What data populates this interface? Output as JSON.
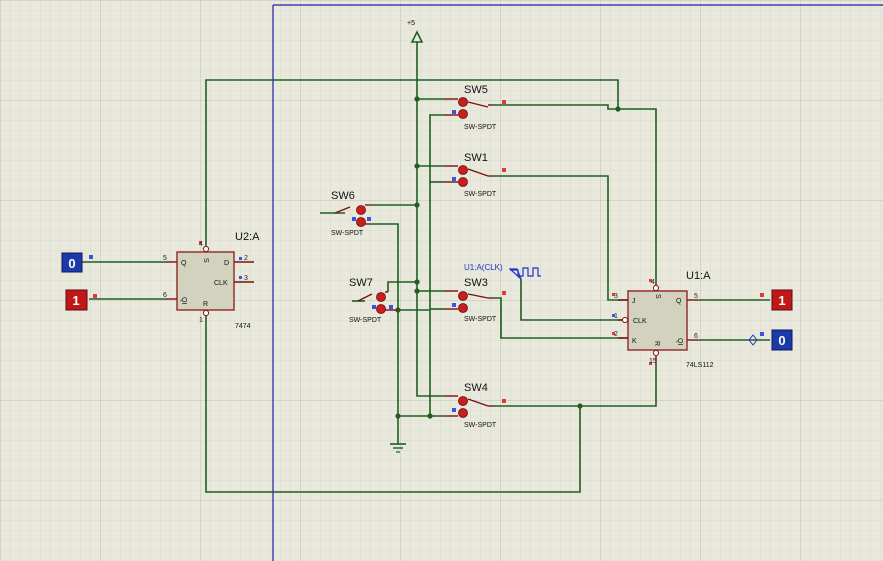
{
  "power": {
    "label": "+5"
  },
  "switches": {
    "sw5": {
      "name": "SW5",
      "type": "SW-SPDT"
    },
    "sw1": {
      "name": "SW1",
      "type": "SW-SPDT"
    },
    "sw6": {
      "name": "SW6",
      "type": "SW-SPDT"
    },
    "sw7": {
      "name": "SW7",
      "type": "SW-SPDT"
    },
    "sw3": {
      "name": "SW3",
      "type": "SW-SPDT"
    },
    "sw4": {
      "name": "SW4",
      "type": "SW-SPDT"
    }
  },
  "u2": {
    "name": "U2:A",
    "part": "7474",
    "pins": {
      "q": "Q",
      "qi": "QI",
      "s": "S",
      "r": "R",
      "d": "D",
      "clk": "CLK"
    },
    "pin_numbers": {
      "q": "5",
      "qi": "6",
      "s": "4",
      "r": "1",
      "d": "2",
      "clk": "3"
    }
  },
  "u1": {
    "name": "U1:A",
    "part": "74LS112",
    "pins": {
      "j": "J",
      "clk": "CLK",
      "k": "K",
      "s": "S",
      "r": "R",
      "q": "Q",
      "qi": "QI"
    },
    "pin_numbers": {
      "j": "3",
      "clk": "1",
      "k": "2",
      "s": "4",
      "r": "15",
      "q": "5",
      "qi": "6"
    }
  },
  "clock_source": {
    "label": "U1:A(CLK)"
  },
  "logic_states": {
    "u2_q": "0",
    "u2_qi": "1",
    "u1_q": "1",
    "u1_qi": "0"
  },
  "colors": {
    "background": "#e8e8dc",
    "grid": "#c8c8b8",
    "wire": "#1f5f1f",
    "chip_body": "#d2d2be",
    "state_high": "#c01818",
    "state_low": "#1a3aa8",
    "sheet_border": "#1e1ea8",
    "clock_label": "#2233cc"
  }
}
